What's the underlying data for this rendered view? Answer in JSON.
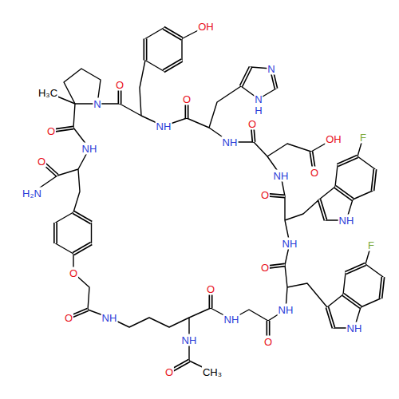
{
  "diagram": {
    "labels": [
      "OH",
      "N",
      "N",
      "H",
      "O",
      "N",
      "H₃C",
      "O",
      "NH",
      "O",
      "NH",
      "O",
      "OH",
      "O",
      "NH",
      "F",
      "O",
      "NH",
      "NH",
      "O",
      "F",
      "NH",
      "NH",
      "O",
      "NH",
      "O",
      "H₂N",
      "O",
      "O",
      "NH",
      "O",
      "NH",
      "NH",
      "O",
      "CH₃"
    ]
  }
}
